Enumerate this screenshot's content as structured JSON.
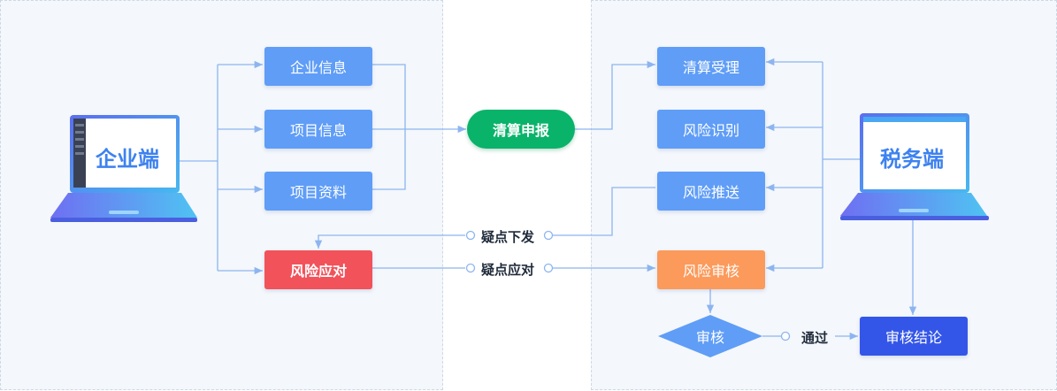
{
  "enterprise_side": {
    "title": "企业端",
    "items": [
      "企业信息",
      "项目信息",
      "项目资料"
    ],
    "risk_response": "风险应对"
  },
  "center": {
    "clearing_declare": "清算申报"
  },
  "tax_side": {
    "title": "税务端",
    "items": [
      "清算受理",
      "风险识别",
      "风险推送",
      "风险审核"
    ],
    "review_decision": "审核",
    "pass_label": "通过",
    "conclusion": "审核结论"
  },
  "flow_labels": {
    "doubt_issue": "疑点下发",
    "doubt_response": "疑点应对"
  },
  "colors": {
    "blue_box": "#5f9df7",
    "risk_red": "#f2525a",
    "review_orange": "#fb9a5b",
    "declare_green": "#0ab36a",
    "conclusion_navy": "#3456e8",
    "connector": "#8cb5f0"
  }
}
